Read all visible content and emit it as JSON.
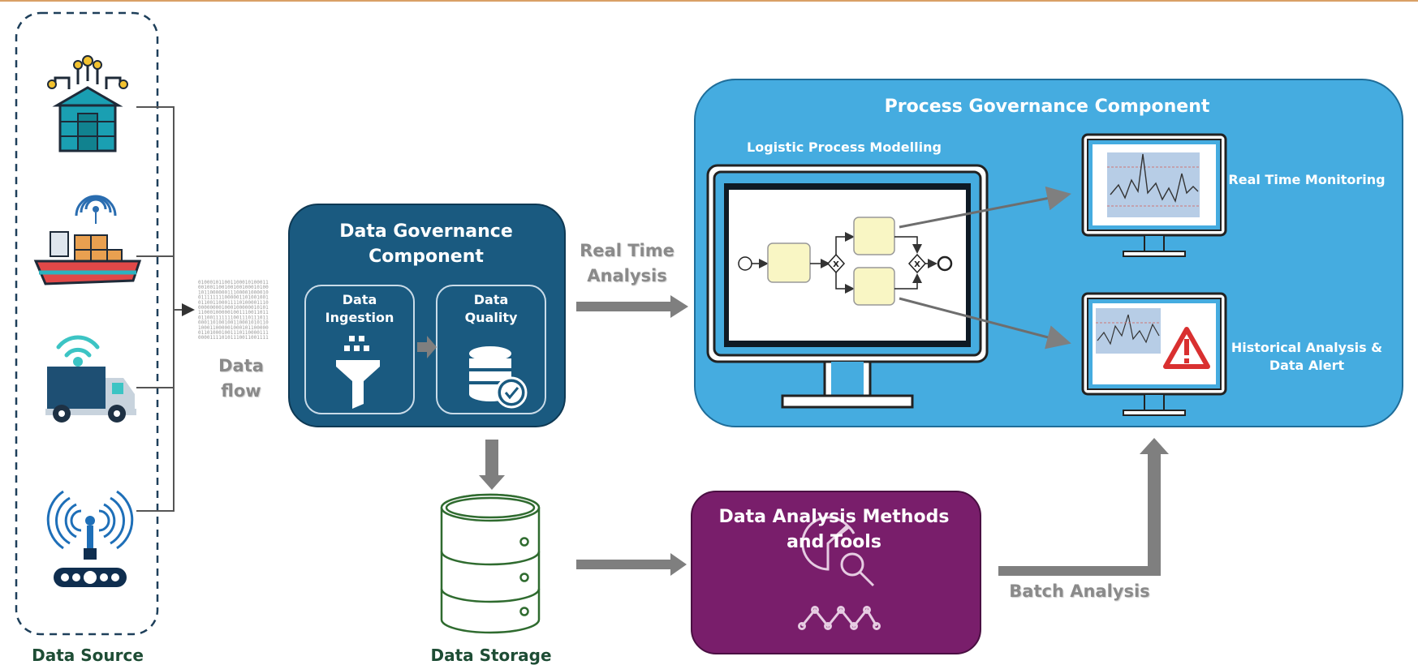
{
  "data_source": {
    "title": "Data Source",
    "icons": [
      "smart-factory-icon",
      "cargo-ship-icon",
      "delivery-truck-icon",
      "wireless-sensor-icon"
    ]
  },
  "data_flow_label": "Data\nflow",
  "data_governance": {
    "title": "Data Governance\nComponent",
    "ingestion_label": "Data\nIngestion",
    "quality_label": "Data\nQuality"
  },
  "real_time_analysis_label": "Real Time\nAnalysis",
  "data_storage_label": "Data Storage",
  "data_analysis": {
    "title": "Data Analysis Methods\nand Tools"
  },
  "batch_analysis_label": "Batch Analysis",
  "process_governance": {
    "title": "Process Governance Component",
    "modelling_label": "Logistic Process Modelling",
    "monitoring_label": "Real Time Monitoring",
    "historical_label": "Historical Analysis &\nData Alert"
  },
  "colors": {
    "data_governance": "#1a5a80",
    "process_governance": "#45ace0",
    "data_analysis": "#791e6b",
    "arrow": "#7f7f7f",
    "storage": "#2f6b2f"
  }
}
